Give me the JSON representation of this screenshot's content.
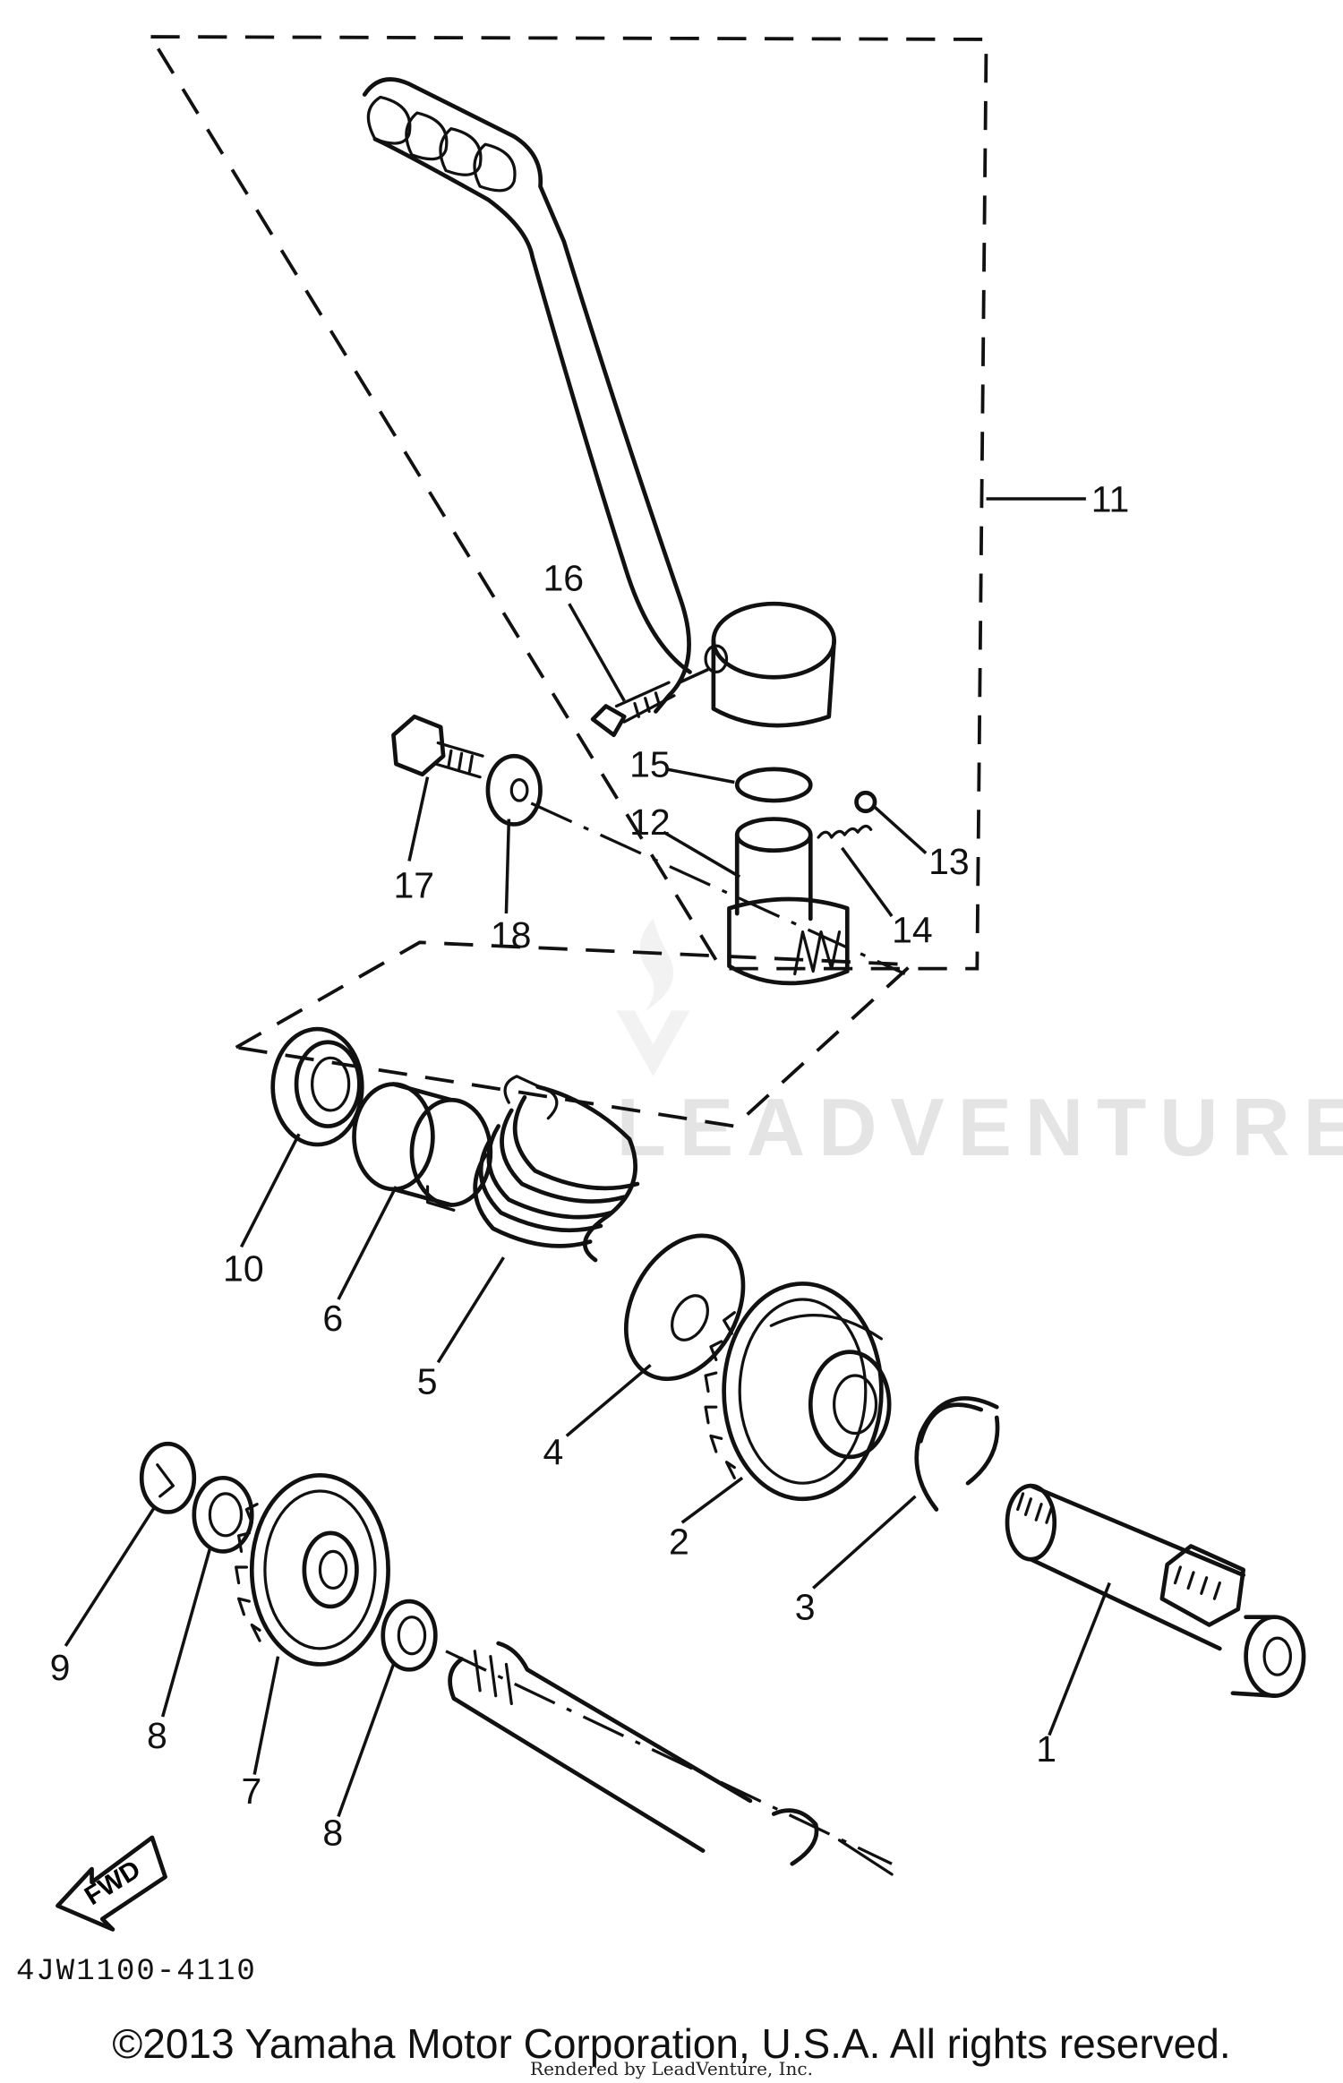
{
  "diagram": {
    "code": "4JW1100-4110",
    "copyright": "©2013 Yamaha Motor Corporation, U.S.A. All rights reserved.",
    "render_credit": "Rendered by LeadVenture, Inc.",
    "watermark": "LEADVENTURE",
    "fwd_label": "FWD"
  },
  "callouts": {
    "c1": "1",
    "c2": "2",
    "c3": "3",
    "c4": "4",
    "c5": "5",
    "c6": "6",
    "c7": "7",
    "c8a": "8",
    "c8b": "8",
    "c9": "9",
    "c10": "10",
    "c11": "11",
    "c12": "12",
    "c13": "13",
    "c14": "14",
    "c15": "15",
    "c16": "16",
    "c17": "17",
    "c18": "18"
  }
}
